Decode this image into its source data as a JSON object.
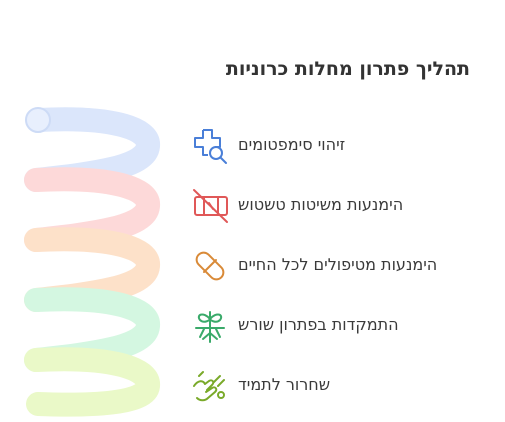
{
  "title": "תהליך פתרון מחלות כרוניות",
  "steps": [
    {
      "label": "זיהוי סימפטומים",
      "icon": "medical-search-icon",
      "color": "#4a7fd8"
    },
    {
      "label": "הימנעות משיטות טשטוש",
      "icon": "crossed-bandage-icon",
      "color": "#e05858"
    },
    {
      "label": "הימנעות מטיפולים לכל החיים",
      "icon": "pill-icon",
      "color": "#d98a38"
    },
    {
      "label": "התמקדות בפתרון שורש",
      "icon": "sprout-roots-icon",
      "color": "#3aaa6a"
    },
    {
      "label": "שחרור לתמיד",
      "icon": "released-hand-icon",
      "color": "#7aaa2a"
    }
  ],
  "spiral_colors": [
    "#dbe6fb",
    "#fdd9d9",
    "#fde1c9",
    "#d4f7e1",
    "#eaf9c8"
  ]
}
